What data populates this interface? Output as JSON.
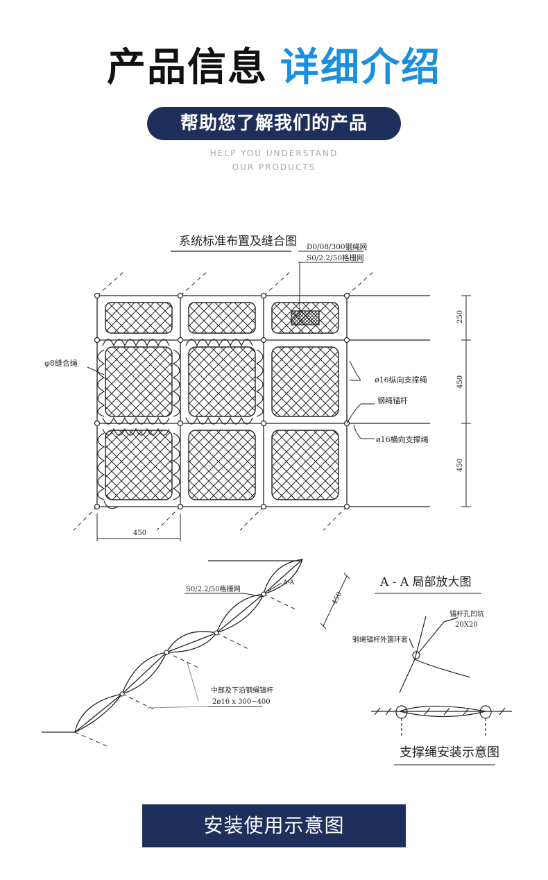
{
  "header": {
    "title_main": "产品信息",
    "title_accent": "详细介绍",
    "subtitle": "帮助您了解我们的产品",
    "en_line1": "HELP YOU UNDERSTAND",
    "en_line2": "OUR PRODUCTS"
  },
  "drawing": {
    "layout_title": "系统标准布置及缝合图",
    "label_rope_net": "D0/08/300钢绳网",
    "label_grid_net": "S0/2.2/50格栅网",
    "label_stitch": "φ8缝合绳",
    "label_vertical": "ø16纵向支撑绳",
    "label_anchor": "钢绳锚杆",
    "label_horizontal": "ø16横向支撑绳",
    "dim_250": "250",
    "dim_450_a": "450",
    "dim_450_b": "450",
    "dim_bottom": "450",
    "section_grid_label": "S0/2.2/50格栅网",
    "section_aa": "A-A",
    "section_dim": "450",
    "section_anchor_label": "中部及下沿钢绳锚杆",
    "section_anchor_spec": "2ø16 x 300~400",
    "detail_title": "A - A 局部放大图",
    "detail_pit": "锚杆孔凹坑",
    "detail_pit_size": "20X20",
    "detail_ring": "钢绳锚杆外露环套",
    "detail_install_title": "支撑绳安装示意图"
  },
  "footer": {
    "label": "安装使用示意图"
  }
}
